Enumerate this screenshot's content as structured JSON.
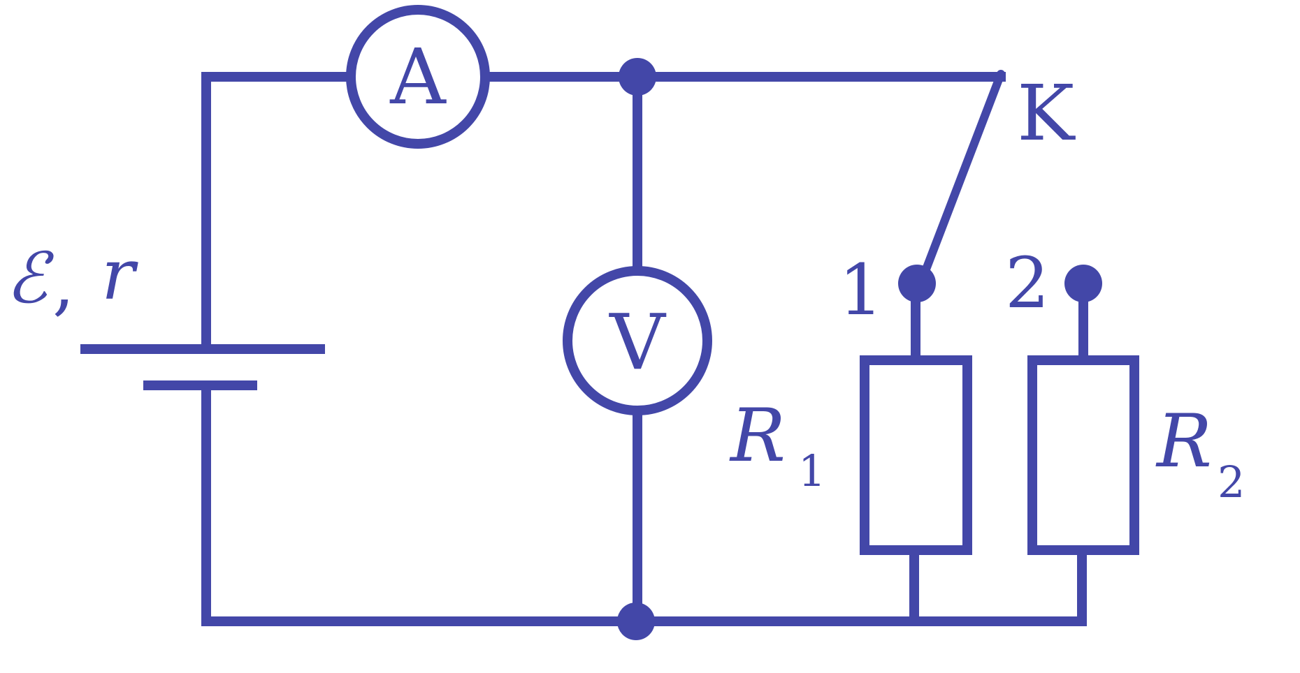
{
  "colors": {
    "ink": "#4347a8",
    "background": "#ffffff"
  },
  "labels": {
    "emf": "ℰ",
    "emf_sep": ",",
    "internal_resistance": "r",
    "ammeter": "A",
    "voltmeter": "V",
    "switch": "K",
    "contact_1": "1",
    "contact_2": "2",
    "r1_letter": "R",
    "r1_sub": "1",
    "r2_letter": "R",
    "r2_sub": "2"
  }
}
